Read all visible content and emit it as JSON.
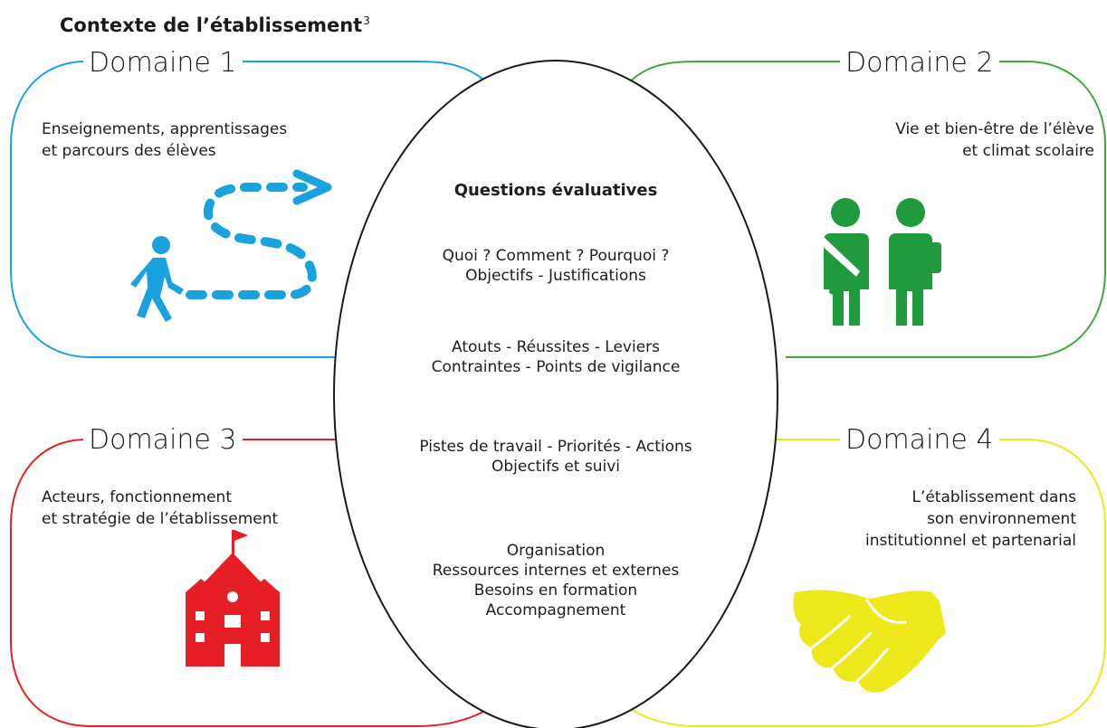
{
  "title": "Contexte de l’établissement",
  "title_note": "3",
  "colors": {
    "domain1": "#1aa2df",
    "domain2": "#3daa3a",
    "domain3": "#e61e25",
    "domain4": "#eee71a",
    "domain2_icon": "#1f9a3c"
  },
  "domains": [
    {
      "label": "Domaine 1",
      "description": "Enseignements, apprentissages\net parcours des élèves",
      "icon": "walking-path-icon"
    },
    {
      "label": "Domaine 2",
      "description": "Vie et bien-être de l’élève\net climat scolaire",
      "icon": "students-icon"
    },
    {
      "label": "Domaine 3",
      "description": "Acteurs, fonctionnement\net stratégie de l’établissement",
      "icon": "school-building-icon"
    },
    {
      "label": "Domaine 4",
      "description": "L’établissement dans\nson environnement\ninstitutionnel et partenarial",
      "icon": "handshake-icon"
    }
  ],
  "center": {
    "title": "Questions évaluatives",
    "groups": [
      "Quoi ? Comment ? Pourquoi ?\nObjectifs - Justifications",
      "Atouts - Réussites - Leviers\nContraintes - Points de vigilance",
      "Pistes de travail - Priorités - Actions\nObjectifs et suivi",
      "Organisation\nRessources internes et externes\nBesoins en formation\nAccompagnement"
    ]
  }
}
